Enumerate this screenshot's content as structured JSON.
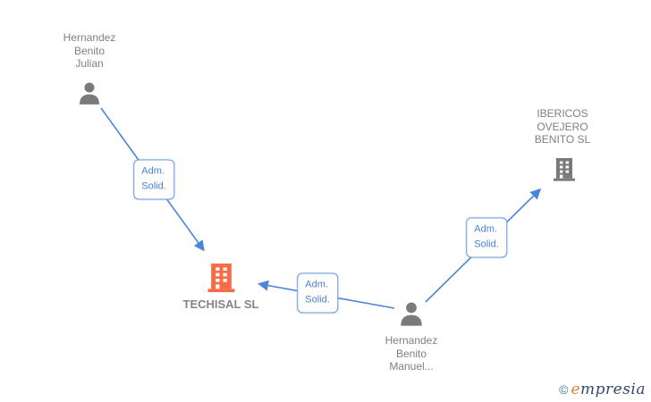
{
  "diagram": {
    "persons": [
      {
        "id": "person-hernandez-benito-julian",
        "lines": [
          "Hernandez",
          "Benito",
          "Julian"
        ]
      },
      {
        "id": "person-hernandez-benito-manuel",
        "lines": [
          "Hernandez",
          "Benito",
          "Manuel..."
        ]
      }
    ],
    "companies": [
      {
        "id": "company-techisal",
        "name": "TECHISAL SL"
      },
      {
        "id": "company-ibericos-ovejero",
        "lines": [
          "IBERICOS",
          "OVEJERO",
          "BENITO SL"
        ]
      }
    ],
    "edges": [
      {
        "line1": "Adm.",
        "line2": "Solid."
      },
      {
        "line1": "Adm.",
        "line2": "Solid."
      },
      {
        "line1": "Adm.",
        "line2": "Solid."
      }
    ]
  },
  "footer": {
    "copyright": "©",
    "brand_initial": "e",
    "brand_rest": "mpresia"
  },
  "colors": {
    "edge_blue": "#4a85da",
    "edge_box_border": "#6f9ce1",
    "edge_box_text": "#4a80d4",
    "company_highlight_orange": "#f96a45",
    "node_gray": "#7a7a7a",
    "label_gray": "#808080",
    "logo_copyright": "#3f7f9e",
    "logo_initial_orange": "#ee7f2d",
    "logo_text_navy": "#34486e"
  }
}
